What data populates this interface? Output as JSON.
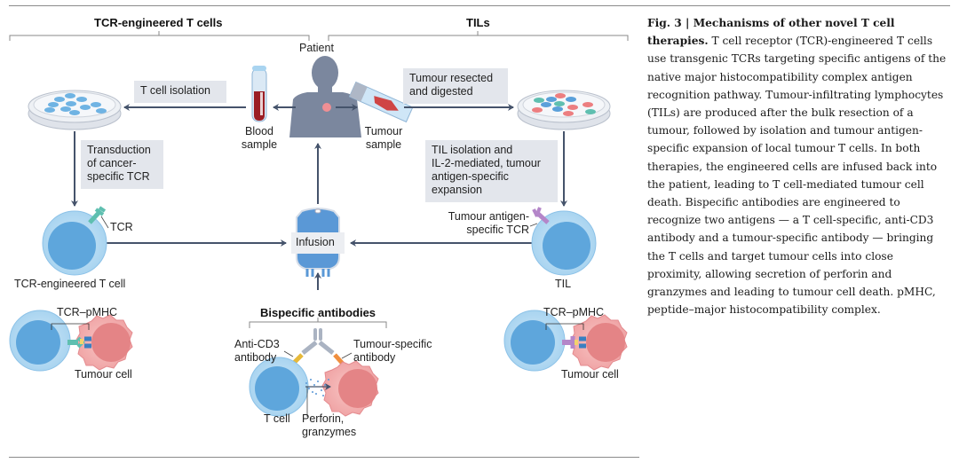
{
  "figure": {
    "sections": {
      "tcr": "TCR-engineered T cells",
      "til": "TILs",
      "bispecific": "Bispecific antibodies"
    },
    "patient_label": "Patient",
    "blood_sample": [
      "Blood",
      "sample"
    ],
    "tumour_sample": [
      "Tumour",
      "sample"
    ],
    "steps": {
      "t_cell_isolation": "T cell isolation",
      "tumour_resected": [
        "Tumour resected",
        "and digested"
      ],
      "transduction": [
        "Transduction",
        "of cancer-",
        "specific TCR"
      ],
      "til_isolation": [
        "TIL isolation and",
        "IL-2-mediated, tumour",
        "antigen-specific",
        "expansion"
      ],
      "infusion": "Infusion"
    },
    "labels": {
      "tcr": "TCR",
      "tcr_engineered_t_cell": "TCR-engineered T cell",
      "tumour_antigen_specific_tcr": [
        "Tumour antigen-",
        "specific TCR"
      ],
      "til": "TIL",
      "tcr_pmhc_left": "TCR–pMHC",
      "tumour_cell_left": "Tumour cell",
      "tcr_pmhc_right": "TCR–pMHC",
      "tumour_cell_right": "Tumour cell",
      "anti_cd3": [
        "Anti-CD3",
        "antibody"
      ],
      "tumour_specific_ab": [
        "Tumour-specific",
        "antibody"
      ],
      "t_cell": "T cell",
      "perforin": [
        "Perforin,",
        "granzymes"
      ]
    },
    "colors": {
      "t_cell": "#a9d4f0",
      "t_cell_nucleus": "#5ea6dc",
      "tumour_cell": "#f2a9a9",
      "tumour_nucleus": "#e48486",
      "patient": "#7b879e",
      "arrow": "#45536b",
      "box_bg": "#e3e6ec",
      "tcr_teal": "#5fbfb0",
      "til_tcr_purple": "#b486c9",
      "anti_cd3_yellow": "#e6b93a",
      "tumour_ab_orange": "#ef8e3e",
      "blood_red": "#9b1e24"
    }
  },
  "caption": {
    "title": "Fig. 3 | Mechanisms of other novel T cell therapies.",
    "body": "T cell receptor (TCR)-engineered T cells use transgenic TCRs targeting specific antigens of the native major histocompatibility complex antigen recognition pathway. Tumour-infiltrating lymphocytes (TILs) are produced after the bulk resection of a tumour, followed by isolation and tumour antigen-specific expansion of local tumour T cells. In both therapies, the engineered cells are infused back into the patient, leading to T cell-mediated tumour cell death. Bispecific antibodies are engineered to recognize two antigens — a T cell-specific, anti-CD3 antibody and a tumour-specific antibody — bringing the T cells and target tumour cells into close proximity, allowing secretion of perforin and granzymes and leading to tumour cell death. pMHC, peptide–major histocompatibility complex."
  }
}
